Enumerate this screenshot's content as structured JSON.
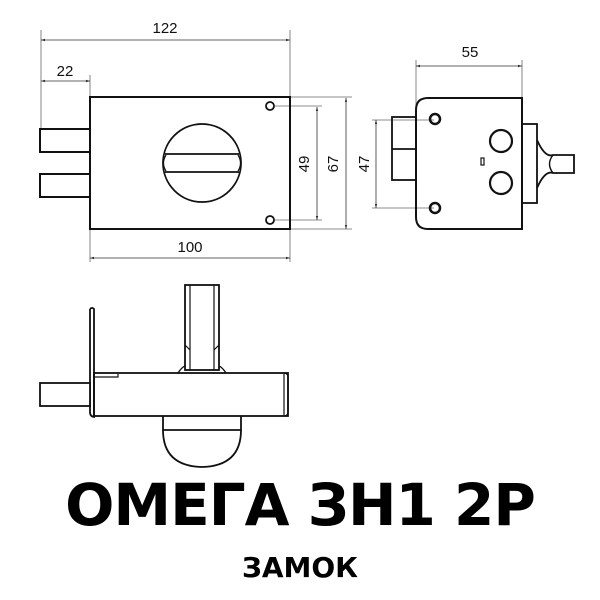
{
  "drawing": {
    "front_view": {
      "dimensions": {
        "overall_width": "122",
        "bolt_projection": "22",
        "body_width": "100",
        "mount_hole_spacing": "49",
        "body_height": "67",
        "side_height": "47"
      }
    },
    "side_view": {
      "dimensions": {
        "depth": "55",
        "bolt_spacing": "47"
      }
    },
    "top_view": {}
  },
  "title": {
    "product_name": "ОМЕГА ЗН1 2Р",
    "product_type": "ЗАМОК"
  },
  "colors": {
    "line": "#111111",
    "dim_line": "#555555",
    "background": "#ffffff"
  }
}
